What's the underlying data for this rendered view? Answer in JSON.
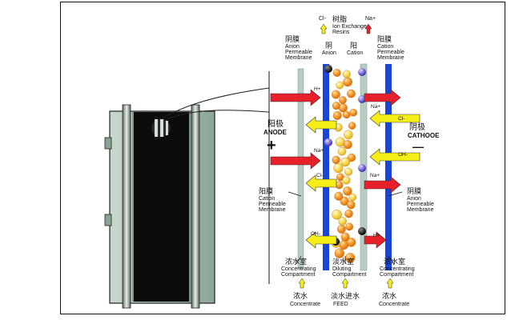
{
  "labels": {
    "cl_top": "Cl-",
    "resin_zh": "树脂",
    "resin_en1": "Ion Exchange",
    "resin_en2": "Resins",
    "na_top": "Na+",
    "left_top_zh": "阴膜",
    "left_top_en1": "Anion",
    "left_top_en2": "Permeable",
    "left_top_en3": "Membrane",
    "anion_zh": "阴",
    "anion_en": "Anion",
    "cation_zh": "阳",
    "cation_en": "Cation",
    "right_top_zh": "阳膜",
    "right_top_en1": "Cation",
    "right_top_en2": "Permeable",
    "right_top_en3": "Membrane",
    "anode_zh": "阳极",
    "anode_en": "ANODE",
    "anode_sign": "+",
    "cathode_zh": "阴极",
    "cathode_en": "CATHOOE",
    "cathode_sign": "—",
    "left_bot_zh": "阳膜",
    "left_bot_en1": "Cation",
    "left_bot_en2": "Permeable",
    "left_bot_en3": "Membrane",
    "right_bot_zh": "阴膜",
    "right_bot_en1": "Anion",
    "right_bot_en2": "Permeable",
    "right_bot_en3": "Membrane",
    "conc_left_zh": "浓水室",
    "conc_left_en1": "Concentrating",
    "conc_left_en2": "Compartment",
    "dil_zh": "淡水室",
    "dil_en1": "Diluting",
    "dil_en2": "Compartment",
    "conc_right_zh": "浓水室",
    "conc_right_en1": "Concentrating",
    "conc_right_en2": "Compartment",
    "out_left_zh": "浓水",
    "out_left_en": "Concentrate",
    "feed_zh": "淡水进水",
    "feed_en": "FEED",
    "out_right_zh": "浓水",
    "out_right_en": "Concentrate"
  },
  "ions": {
    "h1": "H+",
    "na1": "Na+",
    "na2": "Na+",
    "cl1": "Cl-",
    "cl2": "Cl-",
    "cl3": "Cl-",
    "oh1": "OH-",
    "oh2": "OH-",
    "h2": "H+"
  },
  "colors": {
    "membrane_blue": "#1a45d8",
    "membrane_grey": "#b9ccc4",
    "arrow_red": "#e8202a",
    "arrow_yellow": "#f6ee18",
    "resin_orange": "#f2941e",
    "resin_yellow": "#f7d64a",
    "housing": "#9eb7a8"
  }
}
